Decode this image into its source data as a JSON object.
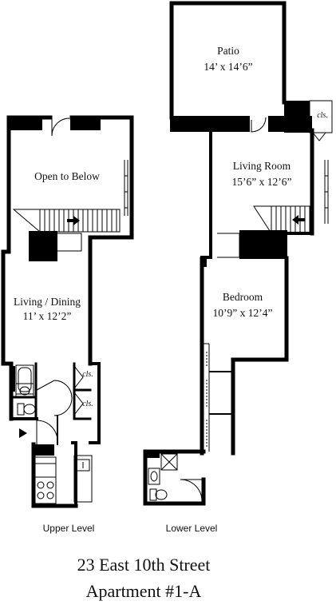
{
  "upper_level": {
    "label": "Upper Level",
    "rooms": {
      "open_to_below": {
        "name": "Open to Below",
        "dims": ""
      },
      "living_dining": {
        "name": "Living / Dining",
        "dims": "11’ x 12’2”"
      }
    },
    "closets": [
      "cls.",
      "cls."
    ]
  },
  "lower_level": {
    "label": "Lower Level",
    "rooms": {
      "patio": {
        "name": "Patio",
        "dims": "14’ x 14’6”"
      },
      "living_room": {
        "name": "Living Room",
        "dims": "15’6” x 12’6”"
      },
      "bedroom": {
        "name": "Bedroom",
        "dims": "10’9” x 12’4”"
      }
    },
    "closets": [
      "cls."
    ]
  },
  "address": {
    "line1": "23 East 10th Street",
    "line2": "Apartment #1-A"
  }
}
